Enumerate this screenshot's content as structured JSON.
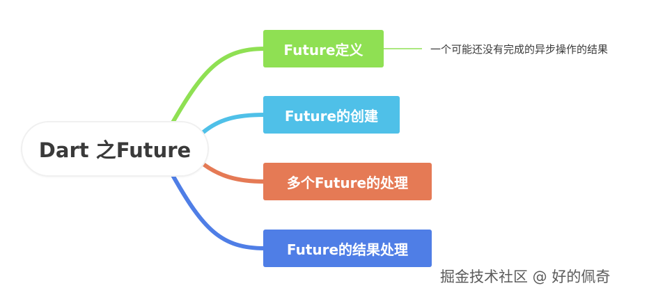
{
  "root": {
    "label": "Dart 之Future"
  },
  "branches": [
    {
      "label": "Future定义",
      "color": "#8fe053"
    },
    {
      "label": "Future的创建",
      "color": "#4fc0e8"
    },
    {
      "label": "多个Future的处理",
      "color": "#e57a55"
    },
    {
      "label": "Future的结果处理",
      "color": "#4f7ee6"
    }
  ],
  "note": {
    "label": "一个可能还没有完成的异步操作的结果",
    "link_color": "#8fe053"
  },
  "watermark": {
    "label": "掘金技术社区 @ 好的佩奇"
  }
}
